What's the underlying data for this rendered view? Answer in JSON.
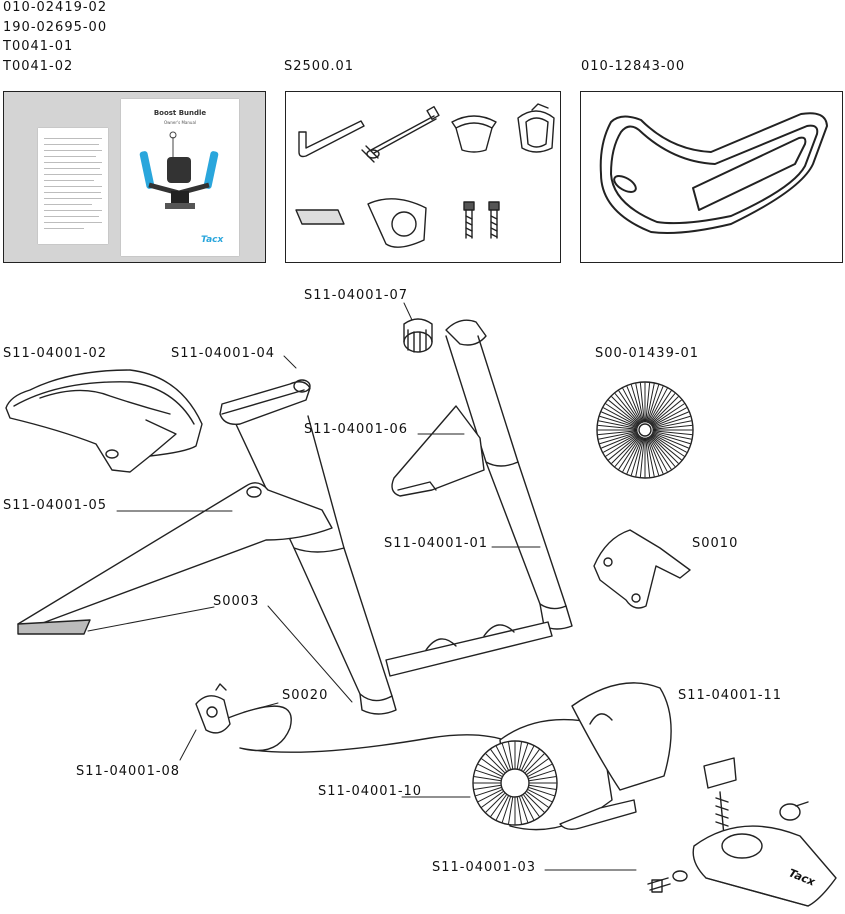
{
  "header_codes": [
    "010-02419-02",
    "190-02695-00",
    "T0041-01",
    "T0041-02"
  ],
  "kit_codes": {
    "small_parts": "S2500.01",
    "cover": "010-12843-00"
  },
  "manual": {
    "title": "Boost Bundle",
    "subtitle": "Owner's Manual",
    "logo": "Tacx"
  },
  "base_logo": "Tacx",
  "part_labels": {
    "p07": "S11-04001-07",
    "p02": "S11-04001-02",
    "p04": "S11-04001-04",
    "p00": "S00-01439-01",
    "p06": "S11-04001-06",
    "p05": "S11-04001-05",
    "p01": "S11-04001-01",
    "s0010": "S0010",
    "s0003": "S0003",
    "s0020": "S0020",
    "p11": "S11-04001-11",
    "p08": "S11-04001-08",
    "p10": "S11-04001-10",
    "p03": "S11-04001-03"
  },
  "colors": {
    "line": "#222222",
    "panel_gray": "#d4d4d4",
    "manual_blue": "#2aa6dc"
  }
}
